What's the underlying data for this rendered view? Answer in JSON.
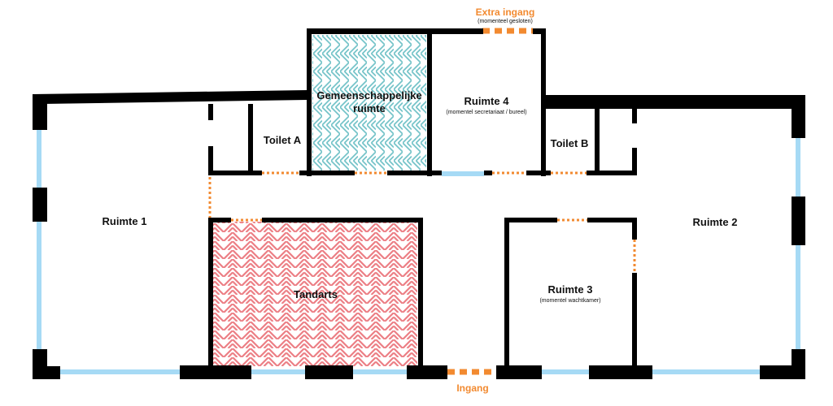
{
  "colors": {
    "wall": "#000000",
    "window": "#a6daf5",
    "door": "#f28a30",
    "tandarts_hatch": "#ec7f85",
    "common_hatch": "#76c4c9"
  },
  "rooms": {
    "ruimte1": {
      "label": "Ruimte 1"
    },
    "ruimte2": {
      "label": "Ruimte 2"
    },
    "ruimte3": {
      "label": "Ruimte 3",
      "sublabel": "(momentel wachtkamer)"
    },
    "ruimte4": {
      "label": "Ruimte 4",
      "sublabel": "(momentel secretariaat / bureel)"
    },
    "toilet_a": {
      "label": "Toilet A"
    },
    "toilet_b": {
      "label": "Toilet B"
    },
    "tandarts": {
      "label": "Tandarts"
    },
    "gemeenschappelijke": {
      "label_line1": "Gemeenschappelijke",
      "label_line2": "ruimte"
    }
  },
  "entrances": {
    "ingang": {
      "label": "Ingang"
    },
    "extra_ingang": {
      "label": "Extra ingang",
      "sublabel": "(momenteel gesloten)"
    }
  }
}
